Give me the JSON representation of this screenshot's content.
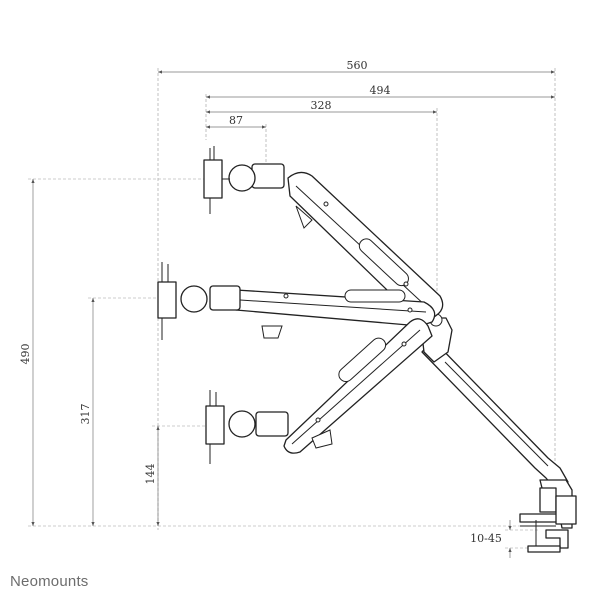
{
  "brand": "Neomounts",
  "dimensions": {
    "overall_width": "560",
    "arm_reach": "494",
    "upper_arm_length": "328",
    "tilt_offset": "87",
    "max_height": "490",
    "mid_height": "317",
    "min_height": "144",
    "desk_thickness": "10-45"
  }
}
